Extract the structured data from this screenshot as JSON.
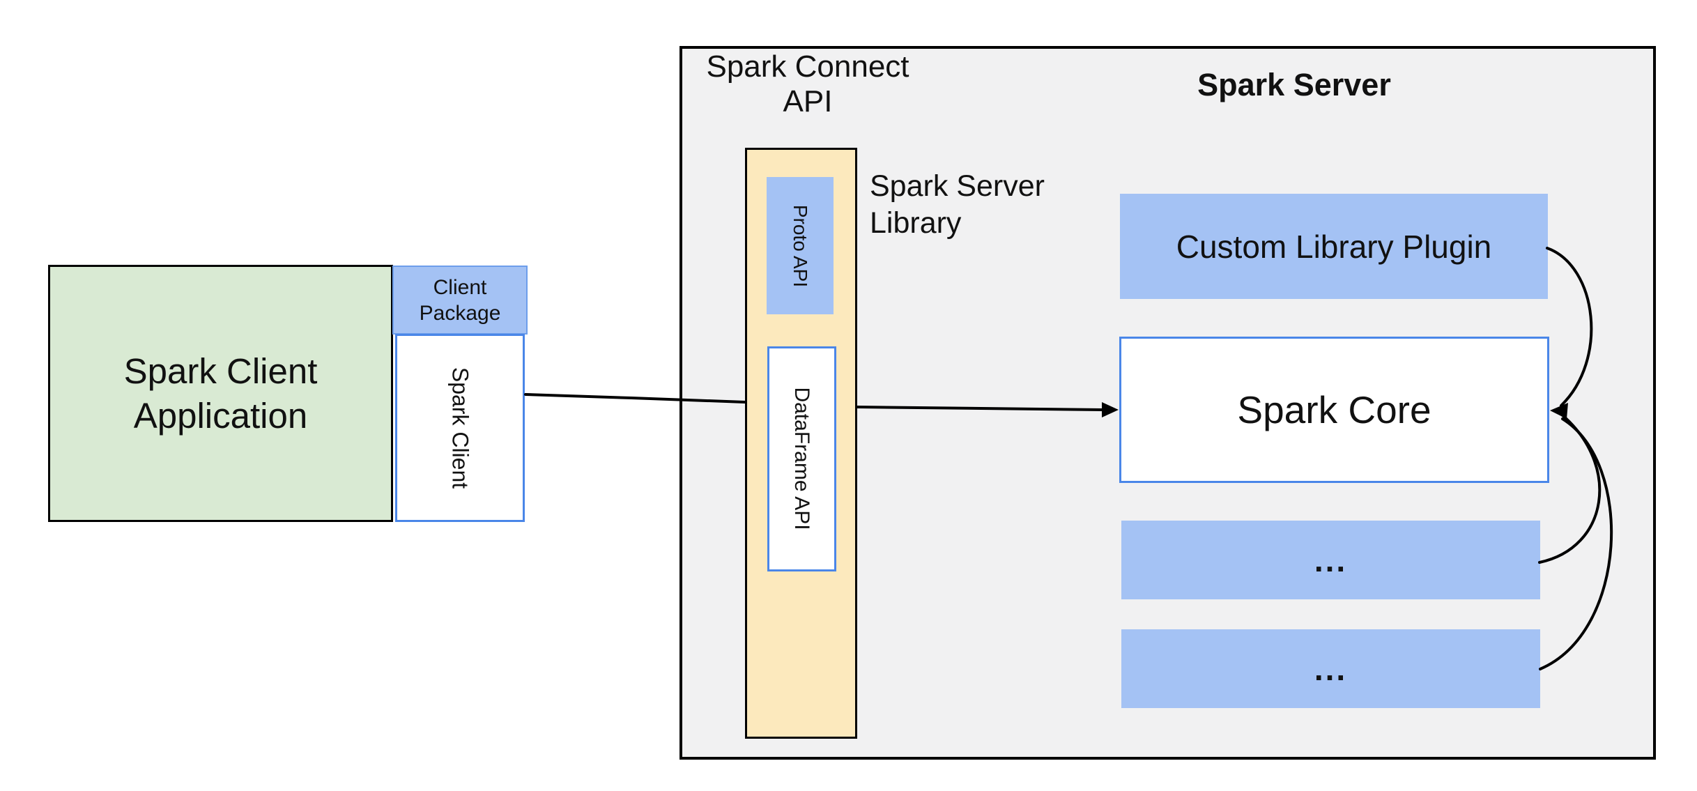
{
  "colors": {
    "green_fill": "#d9ead3",
    "blue_fill": "#a4c2f4",
    "yellow_fill": "#fce9bd",
    "gray_fill": "#f1f1f2",
    "blue_border": "#4a86e8",
    "package_border": "#6d9eeb",
    "line_color": "#000000"
  },
  "client": {
    "app_label_lines": [
      "Spark Client",
      "Application"
    ],
    "package_label_lines": [
      "Client",
      "Package"
    ],
    "spark_client_label": "Spark Client"
  },
  "connect_api": {
    "title_lines": [
      "Spark Connect",
      "API"
    ],
    "library_label_lines": [
      "Spark Server",
      "Library"
    ],
    "proto_api_label": "Proto API",
    "dataframe_api_label": "DataFrame API"
  },
  "server": {
    "title": "Spark Server",
    "plugin_label": "Custom Library Plugin",
    "core_label": "Spark Core",
    "ellipsis_box_1": "...",
    "ellipsis_box_2": "..."
  }
}
